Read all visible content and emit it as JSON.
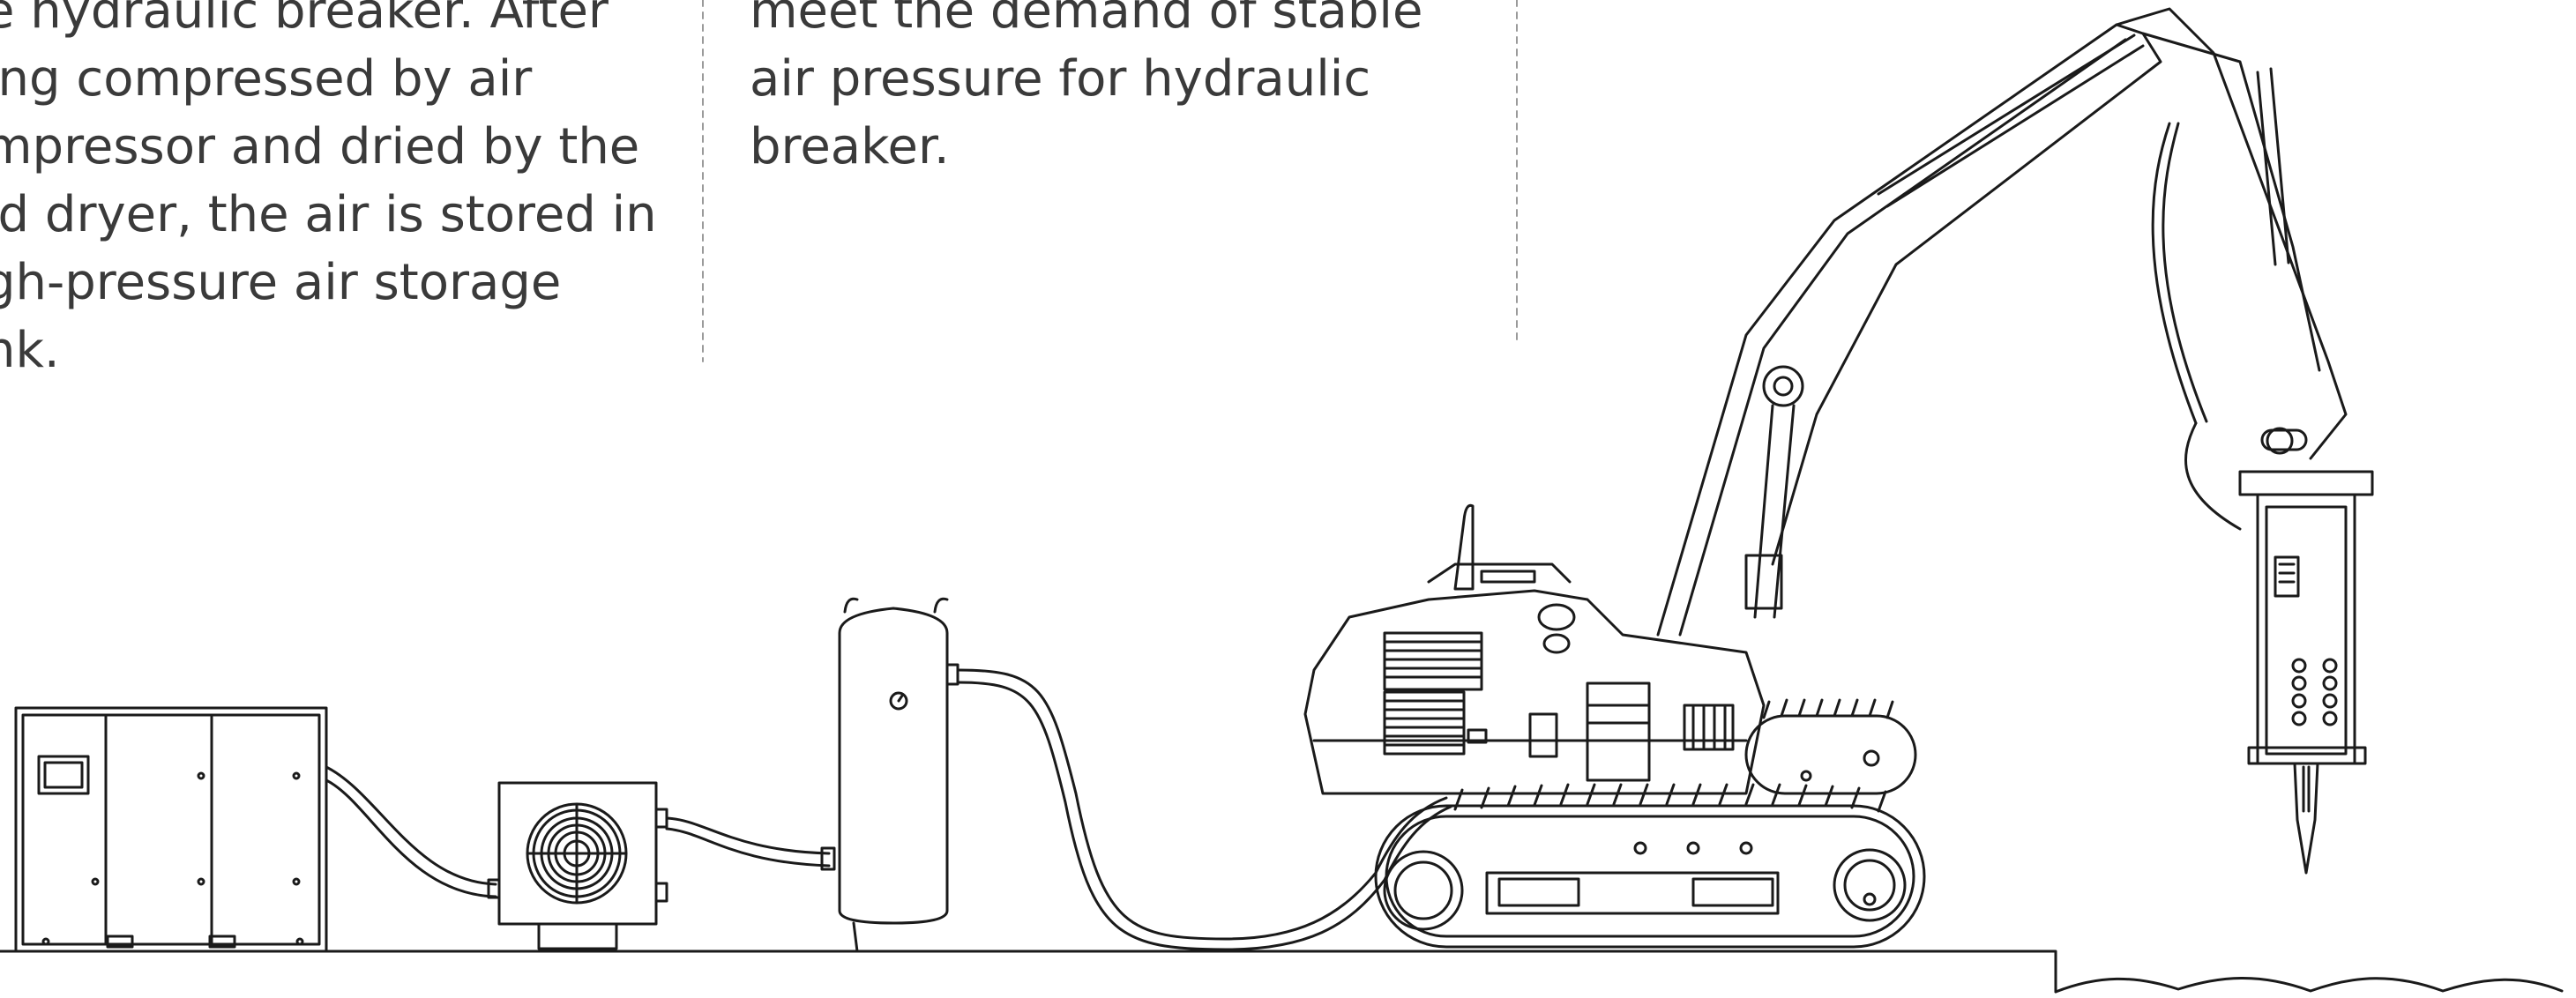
{
  "column_left": {
    "lines": [
      "e hydraulic breaker. After",
      "ing compressed by air",
      "mpressor and dried by the",
      "ld dryer, the air is stored in",
      "gh-pressure air storage",
      "nk."
    ]
  },
  "column_right": {
    "lines": [
      "meet the demand of stable",
      "air pressure for hydraulic",
      "breaker."
    ]
  },
  "colors": {
    "text": "#3a3a3a",
    "line": "#1a1a1a",
    "divider": "#9a9a9a",
    "background": "#ffffff"
  },
  "components": [
    {
      "name": "air-compressor",
      "icon": "compressor-icon"
    },
    {
      "name": "cold-dryer",
      "icon": "fan-icon"
    },
    {
      "name": "air-storage-tank",
      "icon": "pressure-gauge-icon"
    },
    {
      "name": "excavator",
      "icon": "excavator-icon"
    },
    {
      "name": "hydraulic-breaker",
      "icon": "breaker-icon"
    }
  ]
}
